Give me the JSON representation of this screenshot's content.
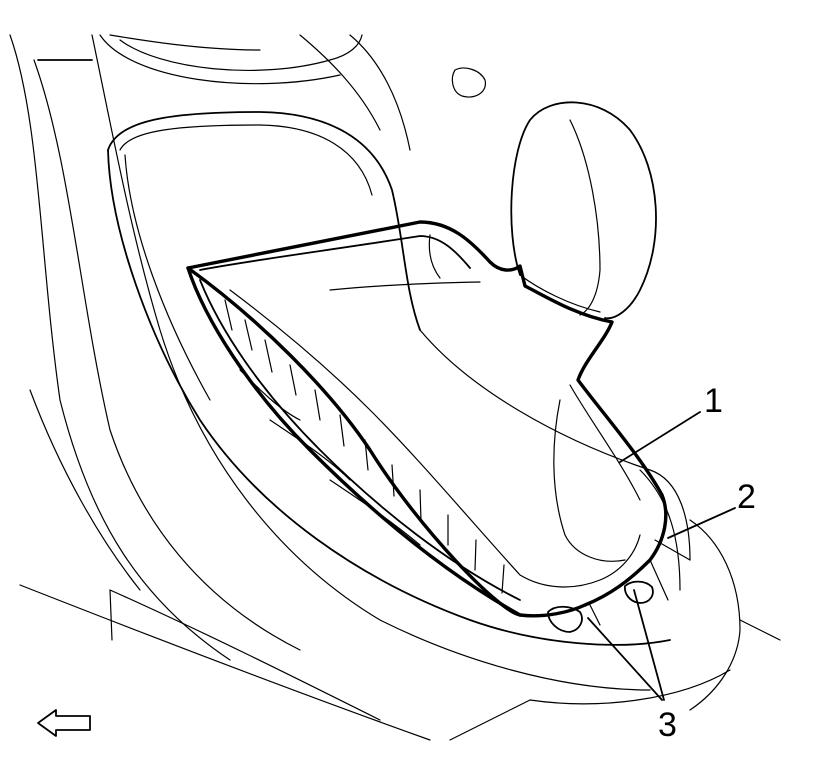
{
  "callouts": {
    "one": "1",
    "two": "2",
    "three": "3"
  },
  "icons": {
    "direction": "arrow-left-outline-icon"
  },
  "colors": {
    "line": "#000000",
    "background": "#ffffff"
  }
}
